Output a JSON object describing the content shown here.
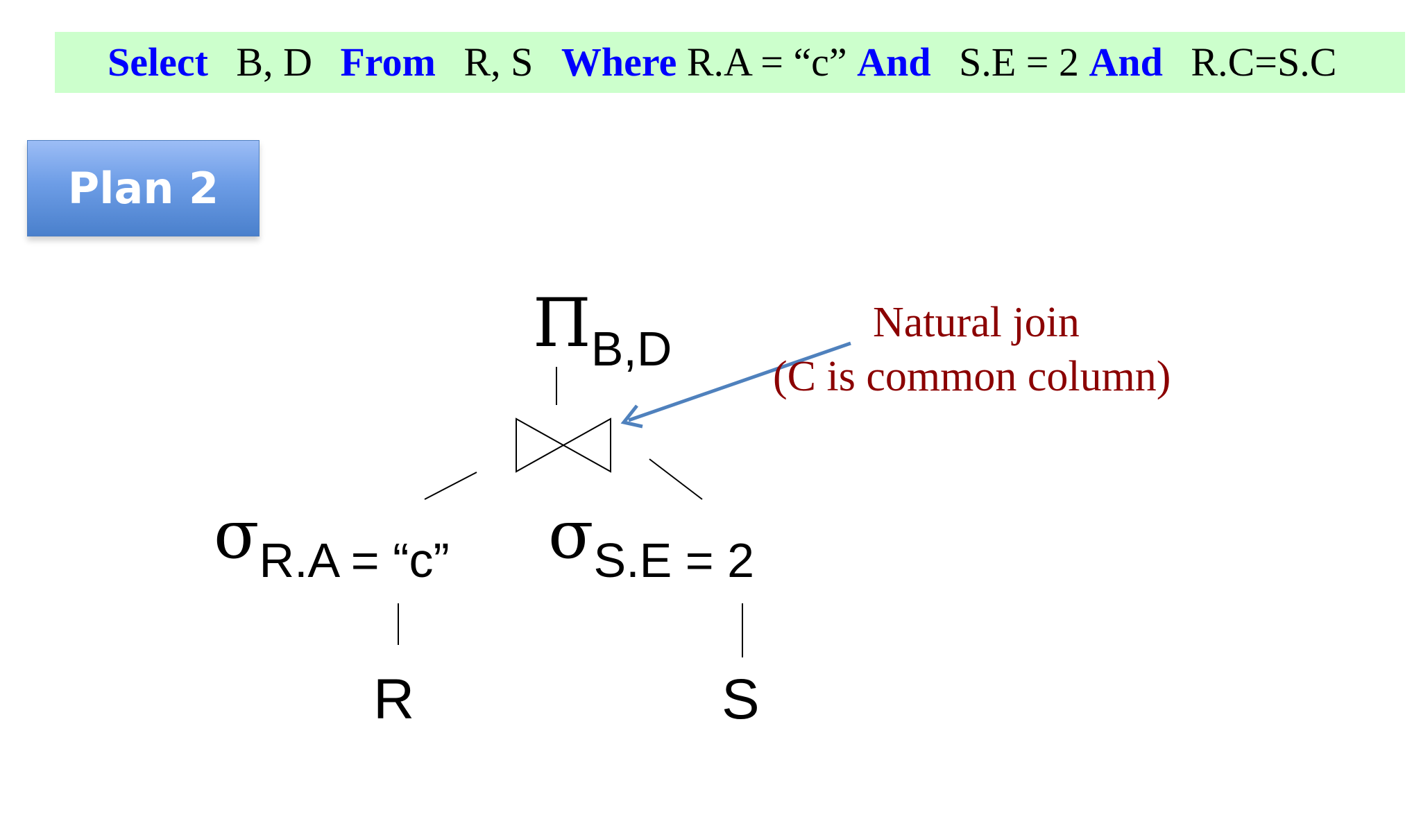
{
  "query": {
    "select_kw": "Select",
    "select_cols": "B, D",
    "from_kw": "From",
    "from_tables": "R,  S",
    "where_kw": "Where",
    "cond1": "R.A = “c”",
    "and1_kw": "And",
    "cond2": "S.E = 2",
    "and2_kw": "And",
    "cond3": "R.C=S.C"
  },
  "plan_label": "Plan 2",
  "tree": {
    "projection_symbol": "Π",
    "projection_sub": "B,D",
    "join_symbol": "⋈",
    "left_select_symbol": "σ",
    "left_select_sub": "R.A = “c”",
    "right_select_symbol": "σ",
    "right_select_sub": "S.E = 2",
    "left_leaf": "R",
    "right_leaf": "S"
  },
  "annotation": {
    "line1": "Natural join",
    "line2": "(C is common column)"
  },
  "colors": {
    "keyword": "#0000ff",
    "query_bg": "#ccffcc",
    "annotation": "#8b0000",
    "arrow": "#4f81bd"
  }
}
